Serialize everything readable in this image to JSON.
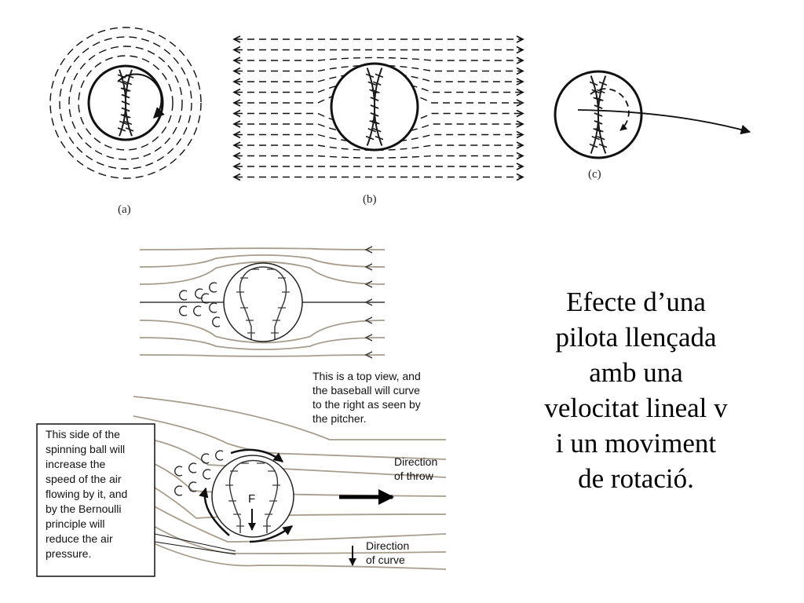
{
  "figures": {
    "a": {
      "caption": "(a)"
    },
    "b": {
      "caption": "(b)"
    },
    "c": {
      "caption": "(c)"
    }
  },
  "bottom_diagram": {
    "top_note": [
      "This is a top view, and",
      "the baseball will curve",
      "to the right as seen by",
      "the pitcher."
    ],
    "side_note": [
      "This side of the",
      "spinning ball will",
      "increase the",
      "speed of the air",
      "flowing by it, and",
      "by the Bernoulli",
      "principle will",
      "reduce the air",
      "pressure."
    ],
    "direction_throw": [
      "Direction",
      "of throw"
    ],
    "direction_curve": [
      "Direction",
      "of curve"
    ],
    "force_label": "F"
  },
  "slide_text": [
    "Efecte d’una",
    "pilota llençada",
    "amb una",
    "velocitat lineal v",
    "i un moviment",
    "de rotació."
  ],
  "colors": {
    "streamline": "#a89c8c",
    "ink": "#111111",
    "stitch": "#1a1a1a"
  }
}
